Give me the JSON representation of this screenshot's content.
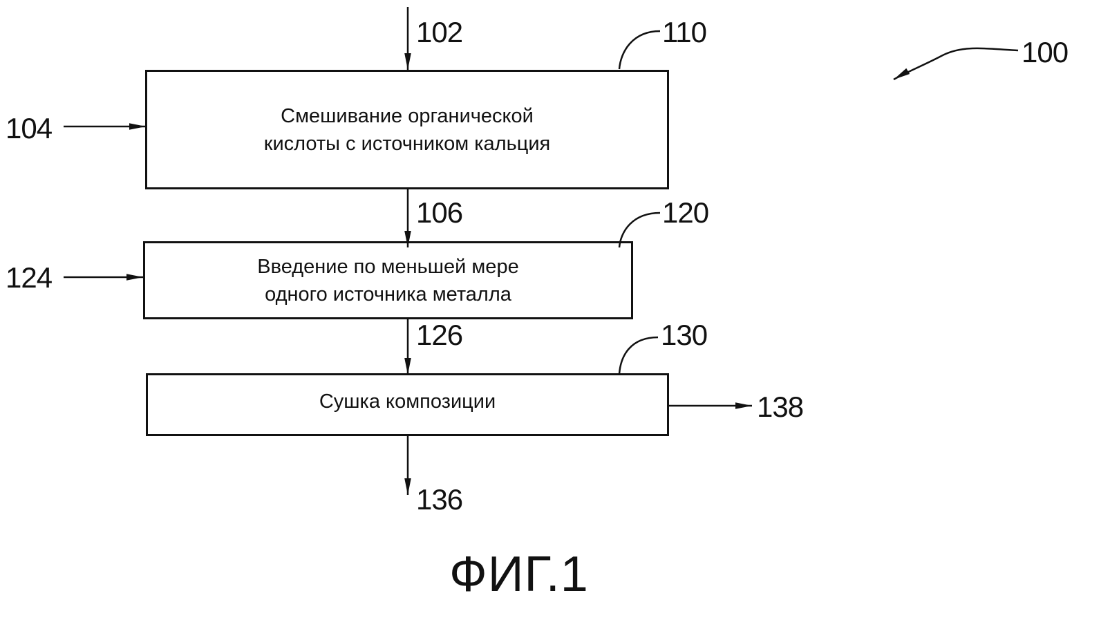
{
  "diagram": {
    "figure_label": "ФИГ.1",
    "overall_ref": "100",
    "steps": [
      {
        "ref": "110",
        "label": "Смешивание органической\nкислоты с источником кальция"
      },
      {
        "ref": "120",
        "label": "Введение по меньшей мере\nодного источника металла"
      },
      {
        "ref": "130",
        "label": "Сушка композиции"
      }
    ],
    "flows": {
      "input_top": "102",
      "input_side_1": "104",
      "between_1_2": "106",
      "input_side_2": "124",
      "between_2_3": "126",
      "output_bottom": "136",
      "output_side": "138"
    }
  }
}
